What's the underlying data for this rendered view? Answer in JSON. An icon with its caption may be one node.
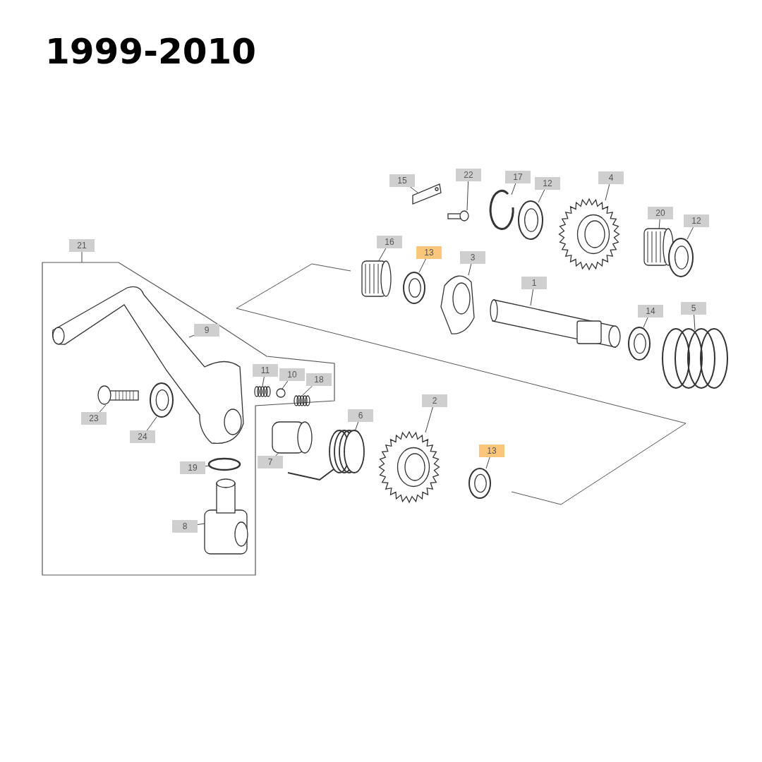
{
  "diagram": {
    "title": "1999-2010",
    "nodes": [
      {
        "text": [
          "15"
        ]
      },
      {
        "text": [],
        "shape": "picture"
      },
      {
        "text": [
          "22"
        ]
      },
      {
        "text": [],
        "shape": "picture"
      },
      {
        "text": [
          "17"
        ]
      },
      {
        "text": [],
        "shape": "picture"
      },
      {
        "text": [
          "12"
        ]
      },
      {
        "text": [],
        "shape": "picture"
      },
      {
        "text": [
          "4"
        ]
      },
      {
        "text": [],
        "shape": "picture"
      },
      {
        "text": [
          "20"
        ]
      },
      {
        "text": [],
        "shape": "picture"
      },
      {
        "text": [
          "12"
        ]
      },
      {
        "text": [],
        "shape": "picture"
      },
      {
        "text": [
          "16"
        ]
      },
      {
        "text": [],
        "shape": "picture"
      },
      {
        "text": [
          "13"
        ]
      },
      {
        "text": [],
        "shape": "picture"
      },
      {
        "text": [
          "3"
        ]
      },
      {
        "text": [],
        "shape": "picture"
      },
      {
        "text": [
          "1"
        ]
      },
      {
        "text": [],
        "shape": "picture"
      },
      {
        "text": [
          "14"
        ]
      },
      {
        "text": [],
        "shape": "picture"
      },
      {
        "text": [
          "5"
        ]
      },
      {
        "text": [],
        "shape": "picture"
      },
      {
        "text": [
          "21"
        ]
      },
      {
        "text": [],
        "shape": "box"
      },
      {
        "text": [
          "9"
        ],
        "in": 27
      },
      {
        "text": [],
        "shape": "picture",
        "in": 27
      },
      {
        "text": [
          "11"
        ],
        "in": 27
      },
      {
        "text": [],
        "shape": "picture",
        "in": 27
      },
      {
        "text": [
          "10"
        ],
        "in": 27
      },
      {
        "text": [],
        "shape": "circle",
        "in": 27
      },
      {
        "text": [
          "18"
        ],
        "in": 27
      },
      {
        "text": [],
        "shape": "picture",
        "in": 27
      },
      {
        "text": [
          "23"
        ],
        "in": 27
      },
      {
        "text": [],
        "shape": "picture",
        "in": 27
      },
      {
        "text": [
          "24"
        ],
        "in": 27
      },
      {
        "text": [],
        "shape": "picture",
        "in": 27
      },
      {
        "text": [
          "7"
        ]
      },
      {
        "text": [],
        "shape": "cylinder"
      },
      {
        "text": [
          "6"
        ]
      },
      {
        "text": [],
        "shape": "picture"
      },
      {
        "text": [
          "2"
        ]
      },
      {
        "text": [],
        "shape": "picture"
      },
      {
        "text": [
          "13"
        ]
      },
      {
        "text": [],
        "shape": "picture"
      },
      {
        "text": [
          "19"
        ],
        "in": 27
      },
      {
        "text": [],
        "shape": "circle",
        "in": 27
      },
      {
        "text": [
          "8"
        ],
        "in": 27
      },
      {
        "text": [],
        "shape": "picture",
        "in": 27
      }
    ],
    "edges": [
      {
        "from": 0,
        "to": 1,
        "arrow": "none"
      },
      {
        "from": 2,
        "to": 3,
        "arrow": "none"
      },
      {
        "from": 4,
        "to": 5,
        "arrow": "none"
      },
      {
        "from": 6,
        "to": 7,
        "arrow": "none"
      },
      {
        "from": 8,
        "to": 9,
        "arrow": "none"
      },
      {
        "from": 10,
        "to": 11,
        "arrow": "none"
      },
      {
        "from": 12,
        "to": 13,
        "arrow": "none"
      },
      {
        "from": 14,
        "to": 15,
        "arrow": "none"
      },
      {
        "from": 16,
        "to": 17,
        "arrow": "none"
      },
      {
        "from": 18,
        "to": 19,
        "arrow": "none"
      },
      {
        "from": 20,
        "to": 21,
        "arrow": "none"
      },
      {
        "from": 22,
        "to": 23,
        "arrow": "none"
      },
      {
        "from": 24,
        "to": 25,
        "arrow": "none"
      },
      {
        "from": 26,
        "to": 27,
        "arrow": "none"
      },
      {
        "from": 28,
        "to": 29,
        "arrow": "none"
      },
      {
        "from": 30,
        "to": 31,
        "arrow": "none"
      },
      {
        "from": 32,
        "to": 33,
        "arrow": "none"
      },
      {
        "from": 34,
        "to": 35,
        "arrow": "none"
      },
      {
        "from": 36,
        "to": 37,
        "arrow": "none"
      },
      {
        "from": 38,
        "to": 39,
        "arrow": "none"
      },
      {
        "from": 40,
        "to": 41,
        "arrow": "none"
      },
      {
        "from": 42,
        "to": 43,
        "arrow": "none"
      },
      {
        "from": 44,
        "to": 45,
        "arrow": "none"
      },
      {
        "from": 46,
        "to": 47,
        "arrow": "none"
      },
      {
        "from": 48,
        "to": 49,
        "arrow": "none"
      },
      {
        "from": 50,
        "to": 51,
        "arrow": "none"
      }
    ]
  }
}
